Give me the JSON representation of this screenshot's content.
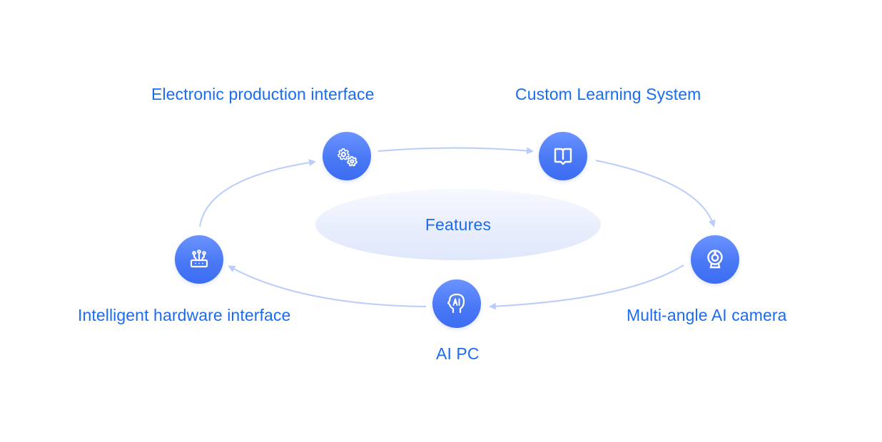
{
  "diagram": {
    "type": "cycle",
    "center": {
      "label": "Features"
    },
    "nodes": [
      {
        "id": "eprod",
        "label": "Electronic production interface",
        "icon": "gears-icon"
      },
      {
        "id": "cls",
        "label": "Custom Learning System",
        "icon": "book-icon"
      },
      {
        "id": "cam",
        "label": "Multi-angle AI camera",
        "icon": "webcam-icon"
      },
      {
        "id": "aipc",
        "label": "AI PC",
        "icon": "ai-head-icon"
      },
      {
        "id": "hw",
        "label": "Intelligent hardware interface",
        "icon": "router-icon"
      }
    ],
    "edges": [
      {
        "from": "eprod",
        "to": "cls"
      },
      {
        "from": "cls",
        "to": "cam"
      },
      {
        "from": "cam",
        "to": "aipc"
      },
      {
        "from": "aipc",
        "to": "hw"
      },
      {
        "from": "hw",
        "to": "eprod"
      }
    ],
    "colors": {
      "accent_text": "#1a6cf0",
      "node_fill_top": "#6b93ff",
      "node_fill_bottom": "#3c6cf2",
      "connector": "#b9ccfb",
      "center_fill": "#e6ecfc"
    }
  }
}
